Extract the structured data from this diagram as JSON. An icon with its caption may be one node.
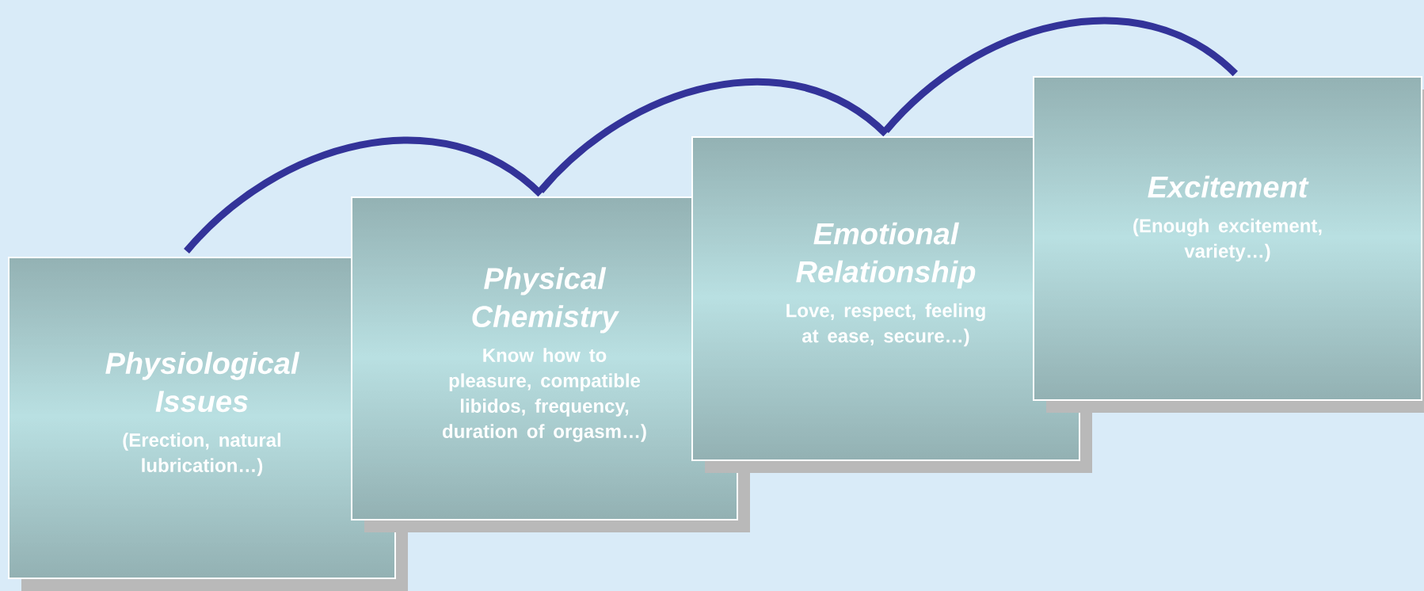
{
  "diagram": {
    "nodes": [
      {
        "text": [
          "Physiological Issues",
          "(Erection, natural lubrication…)"
        ]
      },
      {
        "text": [
          "Physical Chemistry",
          "Know how to pleasure, compatible libidos, frequency, duration of orgasm…)"
        ]
      },
      {
        "text": [
          "Emotional Relationship",
          "Love, respect, feeling at ease, secure…)"
        ]
      },
      {
        "text": [
          "Excitement",
          "(Enough excitement, variety…)"
        ]
      }
    ],
    "edges": [
      {
        "from": 0,
        "to": 1,
        "arrow": "none"
      },
      {
        "from": 1,
        "to": 2,
        "arrow": "none"
      },
      {
        "from": 2,
        "to": 3,
        "arrow": "none"
      }
    ]
  }
}
